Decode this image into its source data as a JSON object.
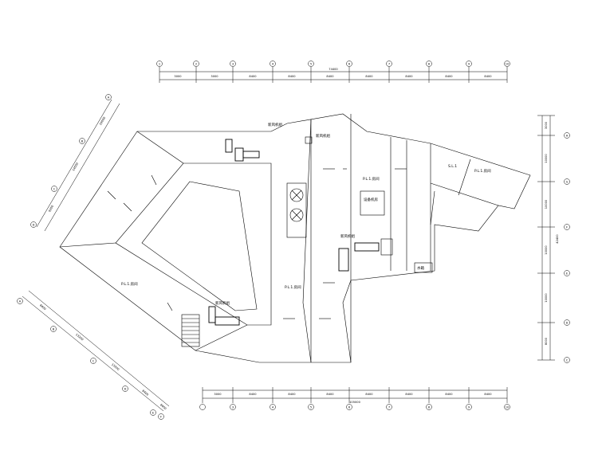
{
  "drawing": {
    "line_color": "#000000",
    "top_axes": [
      "1",
      "2",
      "3",
      "4",
      "5",
      "6",
      "7",
      "8",
      "9",
      "10"
    ],
    "top_dims": [
      "3000",
      "3000",
      "8400",
      "8400",
      "8400",
      "8400",
      "8400",
      "8400",
      "8400"
    ],
    "top_total": "74400",
    "bottom_axes": [
      "3",
      "4",
      "5",
      "6",
      "7",
      "8",
      "9",
      "10"
    ],
    "bottom_dims": [
      "3000",
      "8400",
      "8400",
      "8400",
      "8400",
      "8400",
      "8400",
      "8400"
    ],
    "bottom_total": "105000",
    "right_axes": [
      "H",
      "G",
      "F",
      "E",
      "D",
      "C"
    ],
    "right_dims": [
      "3000",
      "10000",
      "10000",
      "10000",
      "10000",
      "8000"
    ],
    "right_total": "42400",
    "upper_left_axes": [
      "A",
      "B",
      "C",
      "D"
    ],
    "upper_left_dims": [
      "10000",
      "14000",
      "9200"
    ],
    "lower_left_axes": [
      "A",
      "B",
      "C",
      "D",
      "E",
      "F"
    ],
    "lower_left_dims": [
      "8400",
      "13200",
      "13200",
      "8400",
      "8400"
    ],
    "room_labels": {
      "left_wing": "P.L.1.房间",
      "center": "P.L.1.房间",
      "right": "P.L.1.房间",
      "far_right": "P.L.1.房间",
      "equipment": "设备机房",
      "corner_box": "水箱",
      "right_small": "S.L.1"
    },
    "equipment_notes": {
      "unit_a": "新风机组",
      "unit_b": "新风机组",
      "unit_c": "新风机组",
      "unit_d": "新风机组"
    }
  }
}
